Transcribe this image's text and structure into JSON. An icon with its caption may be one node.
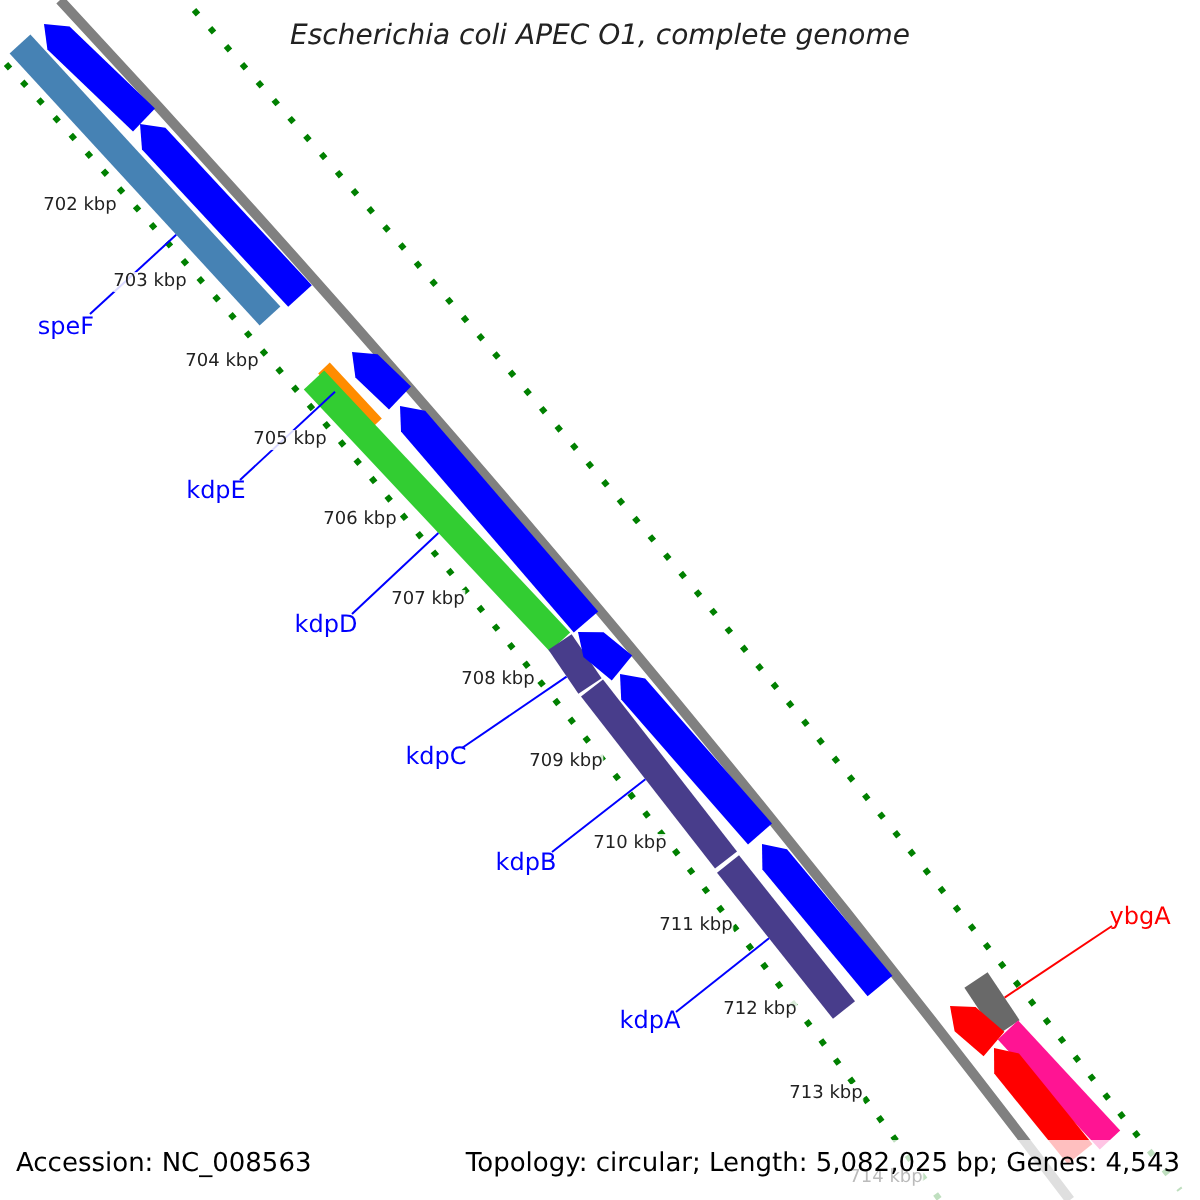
{
  "diagram": {
    "title": "Escherichia coli APEC O1, complete genome",
    "nodes": [
      {
        "text": [
          "speF"
        ]
      },
      {
        "text": [
          "kdpE"
        ]
      },
      {
        "text": [
          "kdpD"
        ]
      },
      {
        "text": [
          "kdpC"
        ]
      },
      {
        "text": [
          "kdpB"
        ]
      },
      {
        "text": [
          "kdpA"
        ]
      },
      {
        "text": [
          "ybgA"
        ]
      },
      {
        "text": [],
        "shape": "bar"
      },
      {
        "text": [],
        "shape": "bar"
      },
      {
        "text": [],
        "shape": "bar"
      },
      {
        "text": [],
        "shape": "bar"
      },
      {
        "text": [],
        "shape": "bar"
      },
      {
        "text": [],
        "shape": "bar"
      },
      {
        "text": [],
        "shape": "bar"
      },
      {
        "text": [],
        "shape": "arrow"
      },
      {
        "text": [],
        "shape": "arrow"
      },
      {
        "text": [],
        "shape": "arrow"
      },
      {
        "text": [],
        "shape": "arrow"
      },
      {
        "text": [],
        "shape": "arrow"
      },
      {
        "text": [],
        "shape": "arrow"
      },
      {
        "text": [],
        "shape": "arrow"
      },
      {
        "text": [],
        "shape": "arrow"
      },
      {
        "text": [],
        "shape": "arrow"
      }
    ],
    "edges": [
      {
        "from": 0,
        "to": 7,
        "arrow": "none"
      },
      {
        "from": 1,
        "to": 8,
        "arrow": "none"
      },
      {
        "from": 2,
        "to": 9,
        "arrow": "none"
      },
      {
        "from": 3,
        "to": 10,
        "arrow": "none"
      },
      {
        "from": 4,
        "to": 11,
        "arrow": "none"
      },
      {
        "from": 5,
        "to": 12,
        "arrow": "none"
      },
      {
        "from": 6,
        "to": 13,
        "arrow": "none",
        "color": "#ff0000"
      }
    ],
    "labels": [
      "702 kbp",
      "703 kbp",
      "704 kbp",
      "705 kbp",
      "706 kbp",
      "707 kbp",
      "708 kbp",
      "709 kbp",
      "710 kbp",
      "711 kbp",
      "712 kbp",
      "713 kbp",
      "714 kbp",
      "Accession: NC_008563",
      "Topology: circular; Length: 5,082,025 bp; Genes: 4,543"
    ]
  }
}
